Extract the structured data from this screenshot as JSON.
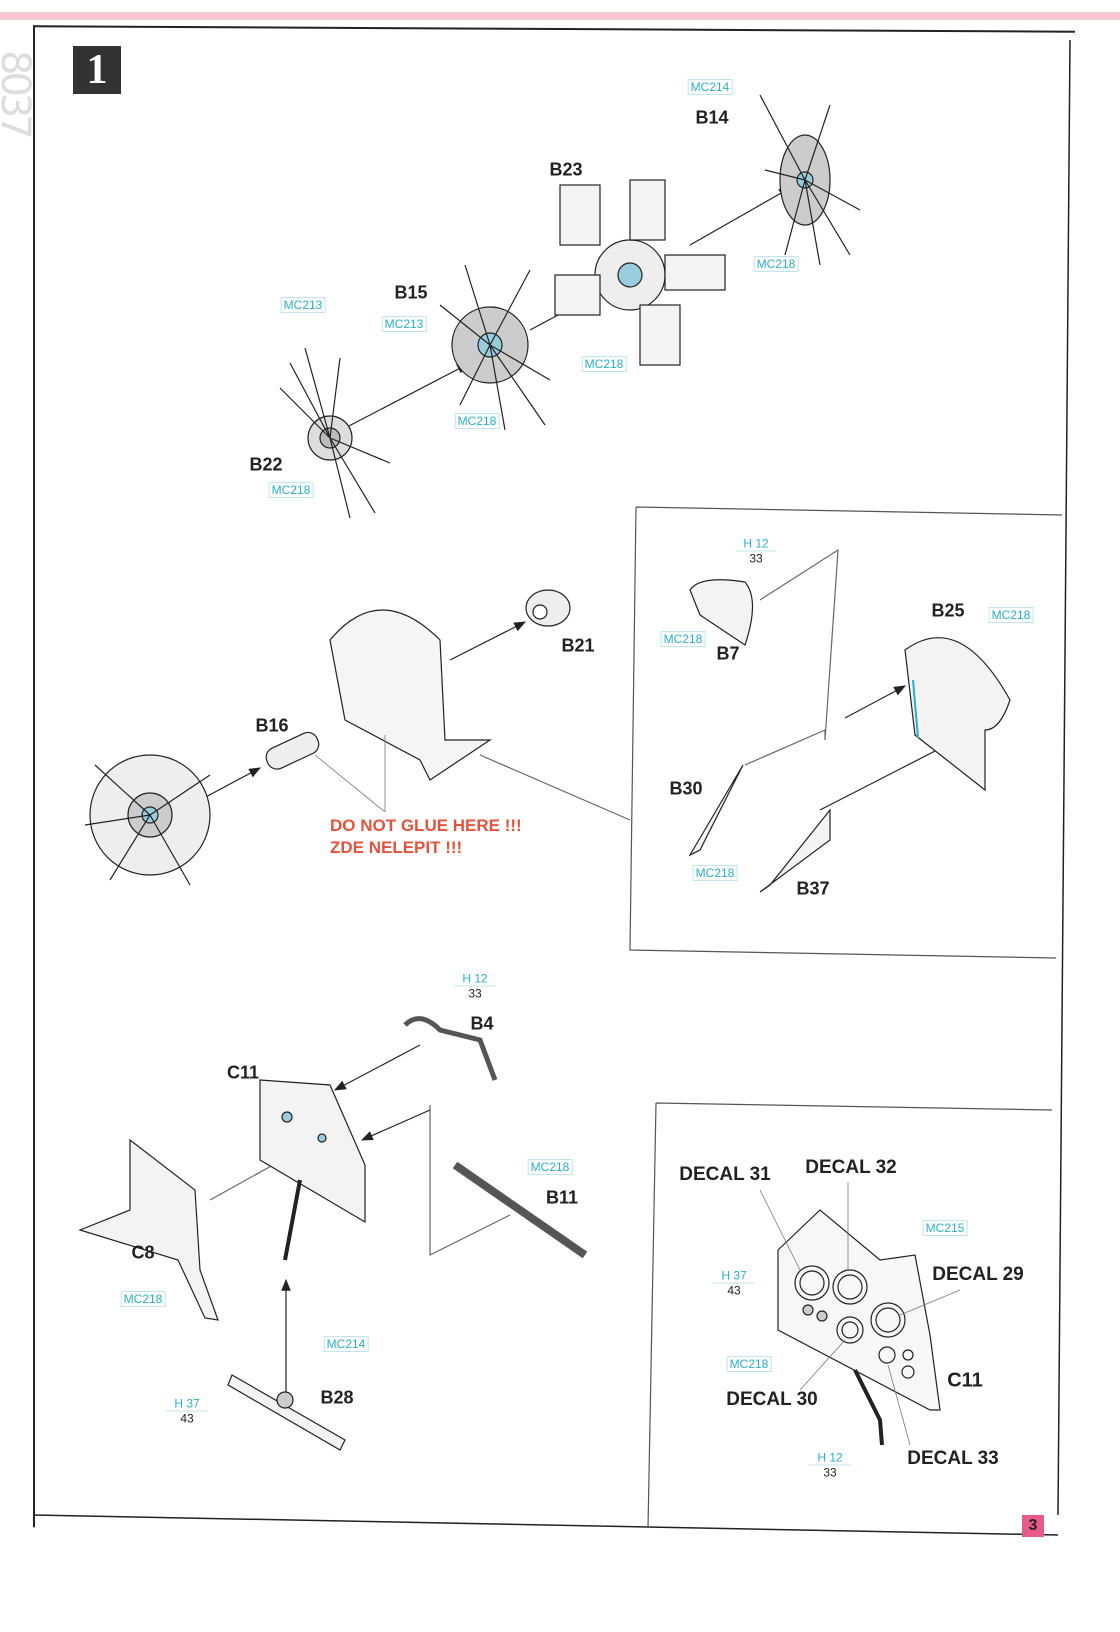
{
  "step_number": "1",
  "page_number": "3",
  "side_mark": "8037",
  "parts": {
    "b14": "B14",
    "b23": "B23",
    "b15": "B15",
    "b22": "B22",
    "b21": "B21",
    "b16": "B16",
    "b7": "B7",
    "b25": "B25",
    "b30": "B30",
    "b37": "B37",
    "b4": "B4",
    "c11": "C11",
    "b11": "B11",
    "c8": "C8",
    "b28": "B28",
    "c11b": "C11"
  },
  "paints": {
    "p1": "MC214",
    "p2": "MC218",
    "p3": "MC218",
    "p4": "MC213",
    "p5": "MC213",
    "p6": "MC218",
    "p7": "MC218",
    "p8": "MC218",
    "p9": "MC218",
    "p10": "MC218",
    "p11": "MC218",
    "p12": "MC218",
    "p13": "MC214",
    "p14": "MC215",
    "p15": "MC218"
  },
  "pairs": [
    {
      "top": "H 12",
      "bottom": "33"
    },
    {
      "top": "H 12",
      "bottom": "33"
    },
    {
      "top": "H 37",
      "bottom": "43"
    },
    {
      "top": "H 37",
      "bottom": "43"
    },
    {
      "top": "H 12",
      "bottom": "33"
    }
  ],
  "decals": {
    "d31": "DECAL 31",
    "d32": "DECAL 32",
    "d29": "DECAL 29",
    "d30": "DECAL 30",
    "d33": "DECAL 33"
  },
  "warning": {
    "en": "DO NOT GLUE HERE !!!",
    "cz": "ZDE NELEPIT !!!"
  }
}
